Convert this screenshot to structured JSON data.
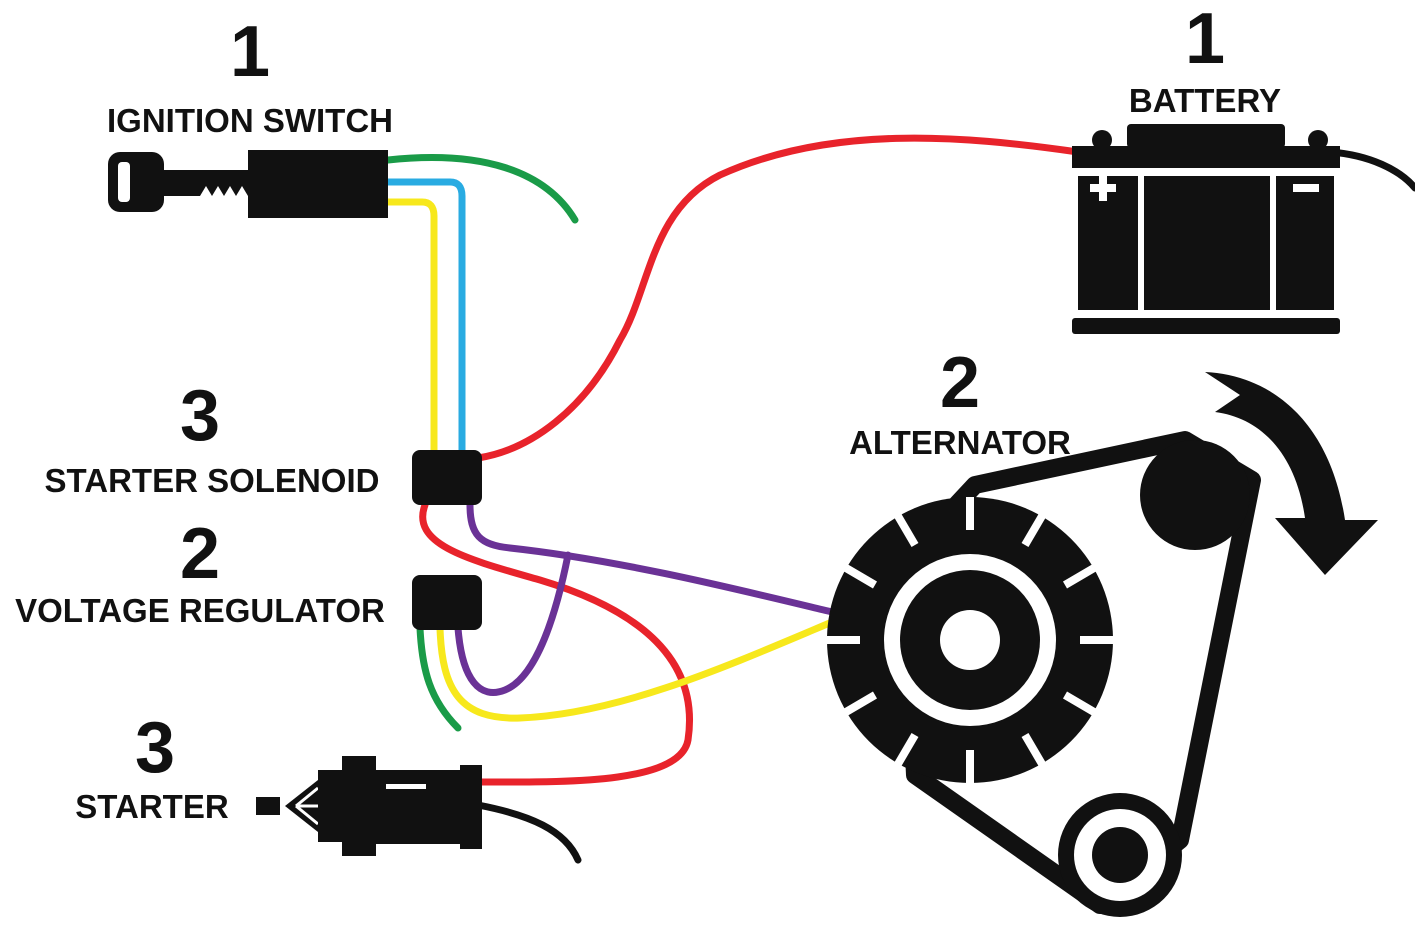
{
  "colors": {
    "red": "#e8232b",
    "yellow": "#f7e81c",
    "blue": "#29abe2",
    "green": "#1a9b48",
    "purple": "#6a3296",
    "black": "#111111"
  },
  "components": {
    "ignition_switch": {
      "number": "1",
      "label": "IGNITION SWITCH"
    },
    "battery": {
      "number": "1",
      "label": "BATTERY"
    },
    "alternator": {
      "number": "2",
      "label": "ALTERNATOR"
    },
    "starter_solenoid": {
      "number": "3",
      "label": "STARTER SOLENOID"
    },
    "voltage_regulator": {
      "number": "2",
      "label": "VOLTAGE REGULATOR"
    },
    "starter": {
      "number": "3",
      "label": "STARTER"
    }
  },
  "icons": {
    "battery_plus": "+",
    "battery_minus": "−",
    "rotation_arrow": "clockwise-arrow-icon"
  }
}
